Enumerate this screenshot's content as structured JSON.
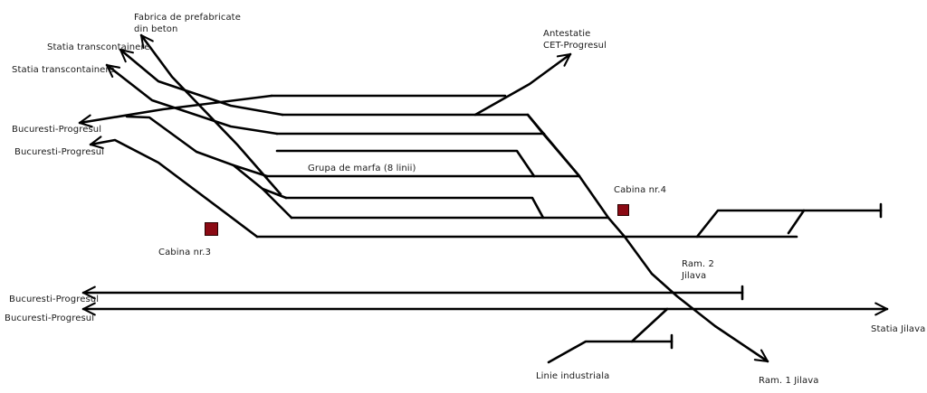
{
  "diagram": {
    "title": "Grupa de marfa (8 linii)",
    "labels": {
      "fabrica": "Fabrica de prefabricate\ndin beton",
      "statia_trans_1": "Statia transcontainere",
      "statia_trans_2": "Statia transcontainere",
      "antestatie": "Antestatie\nCET-Progresul",
      "buc_prog_1": "Bucuresti-Progresul",
      "buc_prog_2": "Bucuresti-Progresul",
      "buc_prog_3": "Bucuresti-Progresul",
      "buc_prog_4": "Bucuresti-Progresul",
      "grupa_marfa": "Grupa de marfa (8 linii)",
      "cabina_3": "Cabina nr.3",
      "cabina_4": "Cabina nr.4",
      "ram2": "Ram. 2\nJilava",
      "ram1": "Ram. 1 Jilava",
      "statia_jilava": "Statia Jilava",
      "linie_industriala": "Linie industriala"
    },
    "cabins": [
      {
        "name": "Cabina nr.3",
        "color": "#8b0a14"
      },
      {
        "name": "Cabina nr.4",
        "color": "#8b0a14"
      }
    ],
    "freight_group_track_count": 8
  }
}
